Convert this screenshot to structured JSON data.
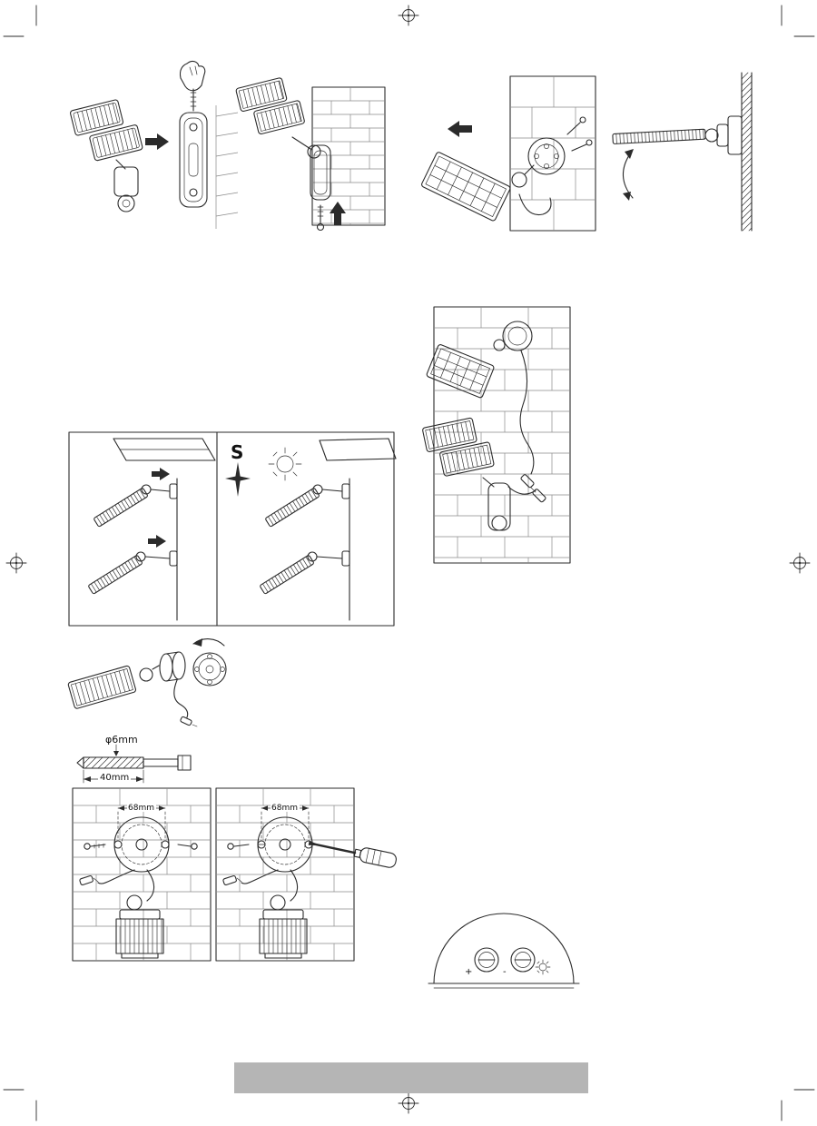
{
  "page": {
    "background": "#ffffff",
    "line_color": "#2b2b2b",
    "brick_color": "#8a8a8a",
    "footer_bar_color": "#b5b5b5"
  },
  "labels": {
    "compass_south": "S",
    "drill_diameter": "φ6mm",
    "drill_depth": "40mm",
    "hole_spacing": "68mm",
    "knob_plus": "+",
    "knob_minus": "-"
  },
  "icons": {
    "sun-icon": "circle-with-rays",
    "compass-star-icon": "four-point-star",
    "arrow-right-icon": "filled-triangle-arrow",
    "arrow-left-icon": "filled-triangle-arrow",
    "arrow-up-icon": "filled-triangle-arrow",
    "rotate-arrow-icon": "curved-double-arrow",
    "screw-icon": "screw-side-view",
    "screwdriver-icon": "flat-screwdriver",
    "hand-screw-icon": "hand-holding-screw",
    "cable-plug-icon": "dc-barrel-plug",
    "registration-mark": "crosshair-circle"
  }
}
